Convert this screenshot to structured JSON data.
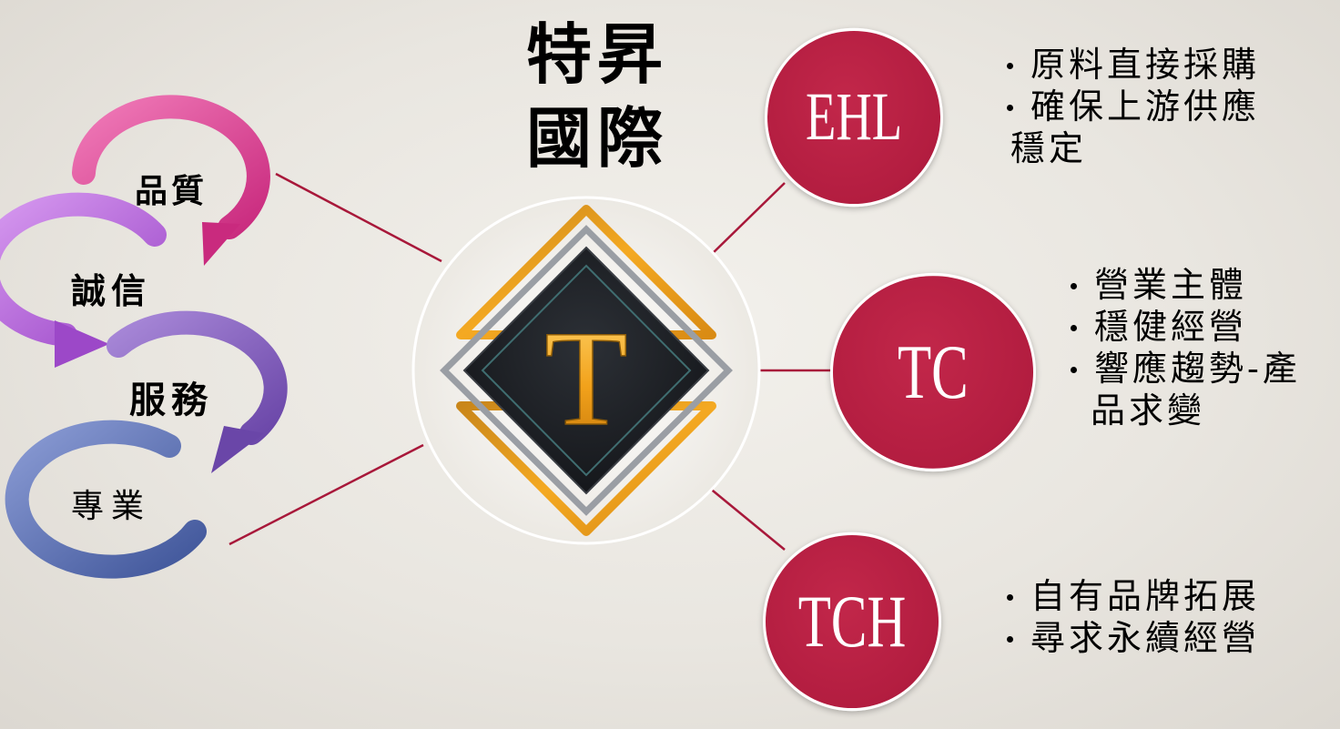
{
  "title": {
    "line1": "特昇",
    "line2": "國際"
  },
  "logo": {
    "letter": "T"
  },
  "cycle": {
    "items": [
      "品質",
      "誠信",
      "服務",
      "專業"
    ]
  },
  "nodes": [
    {
      "label": "EHL",
      "bullets": [
        "原料直接採購",
        "確保上游供應",
        "穩定"
      ]
    },
    {
      "label": "TC",
      "bullets": [
        "營業主體",
        "穩健經營",
        "響應趨勢-產",
        "品求變"
      ]
    },
    {
      "label": "TCH",
      "bullets": [
        "自有品牌拓展",
        "尋求永續經營"
      ]
    }
  ],
  "colors": {
    "node_fill": "#b31d40",
    "connector": "#a8183a",
    "logo_gold": "#f0a21c",
    "logo_dark": "#1e2126",
    "arrow_pink": "#e0449a",
    "arrow_violet": "#b060d8",
    "arrow_purple": "#8455b8",
    "arrow_blue": "#5a6fb0"
  }
}
